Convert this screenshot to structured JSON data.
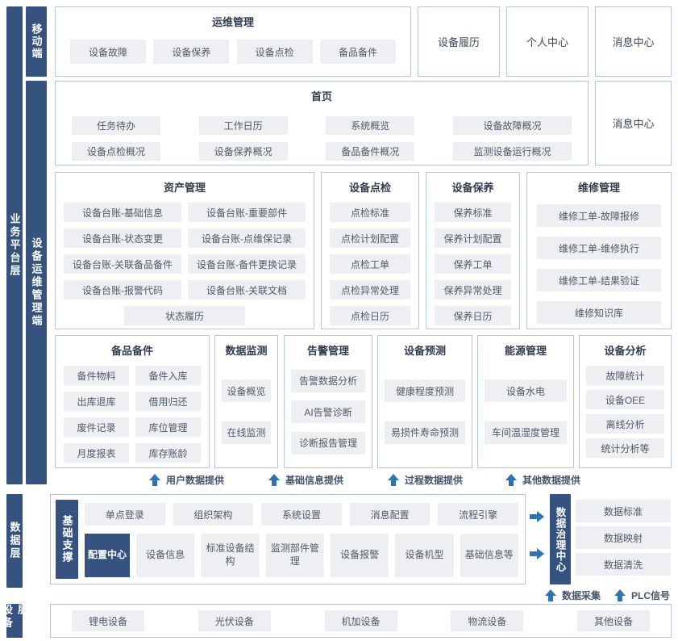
{
  "colors": {
    "accent": "#35537e",
    "arrow": "#2e74b5",
    "item_bg": "#edeff2",
    "border": "#b7c7da"
  },
  "layers": {
    "business": "业务平台层",
    "data": "数据层",
    "device": "设备层"
  },
  "mobile": {
    "label": "移动端",
    "ops": {
      "title": "运维管理",
      "items": [
        "设备故障",
        "设备保养",
        "设备点检",
        "备品备件"
      ]
    },
    "device_history": "设备履历",
    "personal_center": "个人中心",
    "message_center": "消息中心"
  },
  "pc": {
    "label": "设备运维管理端",
    "home": {
      "title": "首页",
      "items": [
        "任务待办",
        "工作日历",
        "系统概览",
        "设备故障概况",
        "设备点检概况",
        "设备保养概况",
        "备品备件概况",
        "监测设备运行概况"
      ]
    },
    "message_center": "消息中心",
    "asset": {
      "title": "资产管理",
      "items": [
        "设备台账-基础信息",
        "设备台账-重要部件",
        "设备台账-状态变更",
        "设备台账-点维保记录",
        "设备台账-关联备品备件",
        "设备台账-备件更换记录",
        "设备台账-报警代码",
        "设备台账-关联文档",
        "状态履历"
      ]
    },
    "inspection": {
      "title": "设备点检",
      "items": [
        "点检标准",
        "点检计划配置",
        "点检工单",
        "点检异常处理",
        "点检日历"
      ]
    },
    "upkeep": {
      "title": "设备保养",
      "items": [
        "保养标准",
        "保养计划配置",
        "保养工单",
        "保养异常处理",
        "保养日历"
      ]
    },
    "repair": {
      "title": "维修管理",
      "items": [
        "维修工单-故障报修",
        "维修工单-维修执行",
        "维修工单-结果验证",
        "维修知识库"
      ]
    },
    "spare": {
      "title": "备品备件",
      "items": [
        "备件物料",
        "备件入库",
        "出库退库",
        "借用归还",
        "废件记录",
        "库位管理",
        "月度报表",
        "库存账龄"
      ]
    },
    "monitor": {
      "title": "数据监测",
      "items": [
        "设备概览",
        "在线监测"
      ]
    },
    "alarm": {
      "title": "告警管理",
      "items": [
        "告警数据分析",
        "AI告警诊断",
        "诊断报告管理"
      ]
    },
    "predict": {
      "title": "设备预测",
      "items": [
        "健康程度预测",
        "易损件寿命预测"
      ]
    },
    "energy": {
      "title": "能源管理",
      "items": [
        "设备水电",
        "车间温湿度管理"
      ]
    },
    "analysis": {
      "title": "设备分析",
      "items": [
        "故障统计",
        "设备OEE",
        "离线分析",
        "统计分析等"
      ]
    }
  },
  "flows": {
    "labels": [
      "用户数据提供",
      "基础信息提供",
      "过程数据提供",
      "其他数据提供"
    ]
  },
  "data_layer": {
    "support_label": "基础支撑",
    "top_items": [
      "单点登录",
      "组织架构",
      "系统设置",
      "消息配置",
      "流程引擎"
    ],
    "config_center": "配置中心",
    "config_items": [
      "设备信息",
      "标准设备结构",
      "监测部件管理",
      "设备报警",
      "设备机型",
      "基础信息等"
    ],
    "governance_label": "数据治理中心",
    "governance_items": [
      "数据标准",
      "数据映射",
      "数据清洗"
    ],
    "collect_label": "数据采集",
    "plc_label": "PLC信号"
  },
  "device_layer": {
    "items": [
      "锂电设备",
      "光伏设备",
      "机加设备",
      "物流设备",
      "其他设备"
    ]
  }
}
